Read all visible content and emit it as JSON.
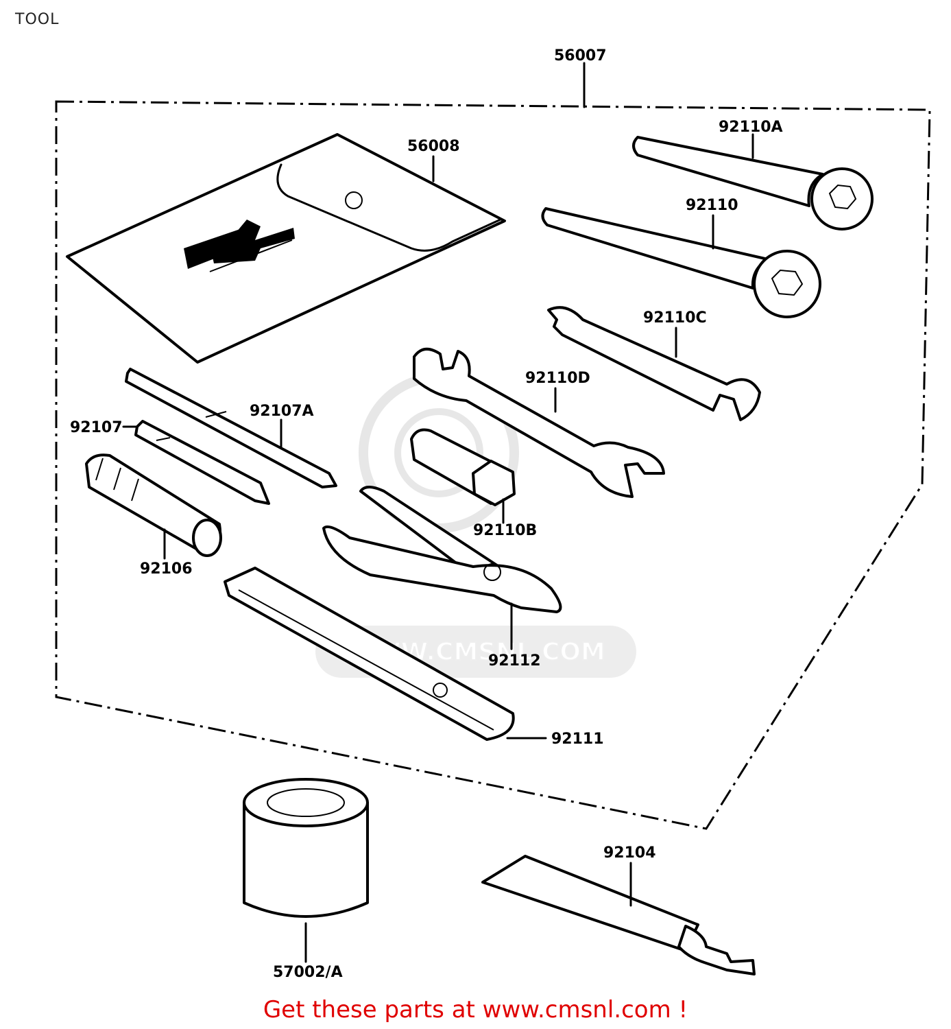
{
  "page": {
    "title": "TOOL"
  },
  "watermark": {
    "text": "WWW.CMSNL.COM"
  },
  "callouts": [
    {
      "id": "56007",
      "label": "56007"
    },
    {
      "id": "56008",
      "label": "56008"
    },
    {
      "id": "92110A",
      "label": "92110A"
    },
    {
      "id": "92110",
      "label": "92110"
    },
    {
      "id": "92110C",
      "label": "92110C"
    },
    {
      "id": "92110D",
      "label": "92110D"
    },
    {
      "id": "92107A",
      "label": "92107A"
    },
    {
      "id": "92107",
      "label": "92107"
    },
    {
      "id": "92110B",
      "label": "92110B"
    },
    {
      "id": "92106",
      "label": "92106"
    },
    {
      "id": "92112",
      "label": "92112"
    },
    {
      "id": "92111",
      "label": "92111"
    },
    {
      "id": "92104",
      "label": "92104"
    },
    {
      "id": "57002A",
      "label": "57002/A"
    }
  ],
  "footer": {
    "text": "Get these parts at www.cmsnl.com !"
  }
}
